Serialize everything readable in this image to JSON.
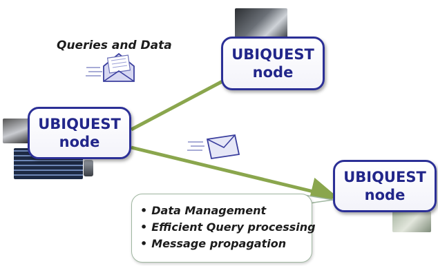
{
  "caption": "Queries and Data",
  "nodes": [
    {
      "line1": "UBIQUEST",
      "line2": "node"
    },
    {
      "line1": "UBIQUEST",
      "line2": "node"
    },
    {
      "line1": "UBIQUEST",
      "line2": "node"
    }
  ],
  "callout_items": [
    "Data Management",
    "Efficient Query processing",
    "Message propagation"
  ],
  "colors": {
    "node_border": "#2b2f96",
    "node_text": "#22268a",
    "link": "#8aa64d",
    "envelope": "#3b3f9e"
  },
  "icons": [
    "envelope-icon",
    "open-envelope-icon",
    "speed-lines-icon",
    "car-dashboard-image",
    "server-rack-image",
    "laptop-image",
    "phone-image",
    "device-photo-image"
  ]
}
